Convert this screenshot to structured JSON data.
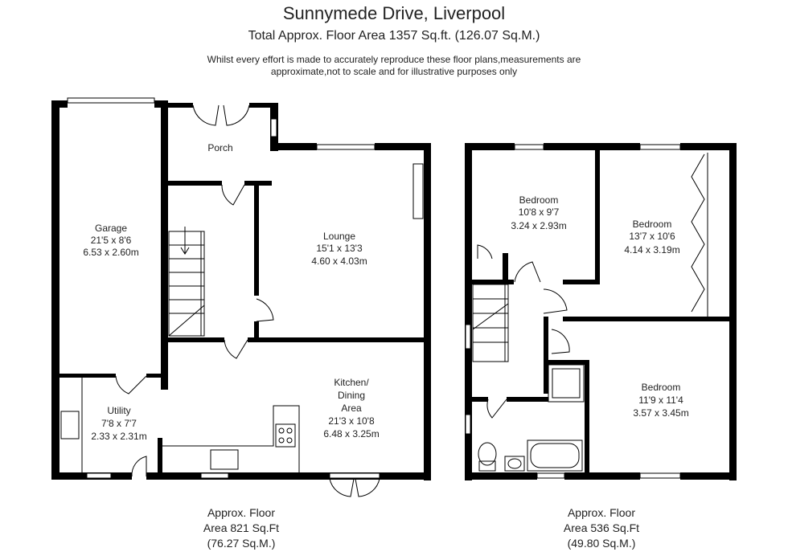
{
  "header": {
    "title": "Sunnymede Drive, Liverpool",
    "subtitle": "Total Approx. Floor Area 1357 Sq.ft. (126.07 Sq.M.)",
    "disclaimer_line1": "Whilst every effort is made to accurately reproduce these floor plans,measurements are",
    "disclaimer_line2": "approximate,not to scale and for illustrative purposes only"
  },
  "ground_floor": {
    "rooms": {
      "garage": {
        "name": "Garage",
        "imperial": "21'5 x 8'6",
        "metric": "6.53 x 2.60m"
      },
      "porch": {
        "name": "Porch"
      },
      "lounge": {
        "name": "Lounge",
        "imperial": "15'1 x 13'3",
        "metric": "4.60 x 4.03m"
      },
      "kitchen": {
        "name_line1": "Kitchen/",
        "name_line2": "Dining",
        "name_line3": "Area",
        "imperial": "21'3 x 10'8",
        "metric": "6.48 x 3.25m"
      },
      "utility": {
        "name": "Utility",
        "imperial": "7'8 x 7'7",
        "metric": "2.33 x 2.31m"
      }
    },
    "area_line1": "Approx. Floor",
    "area_line2": "Area 821 Sq.Ft",
    "area_line3": "(76.27 Sq.M.)"
  },
  "first_floor": {
    "rooms": {
      "bedroom1": {
        "name": "Bedroom",
        "imperial": "10'8 x 9'7",
        "metric": "3.24 x 2.93m"
      },
      "bedroom2": {
        "name": "Bedroom",
        "imperial": "13'7 x 10'6",
        "metric": "4.14 x 3.19m"
      },
      "bedroom3": {
        "name": "Bedroom",
        "imperial": "11'9 x 11'4",
        "metric": "3.57 x 3.45m"
      }
    },
    "area_line1": "Approx. Floor",
    "area_line2": "Area 536 Sq.Ft",
    "area_line3": "(49.80 Sq.M.)"
  }
}
